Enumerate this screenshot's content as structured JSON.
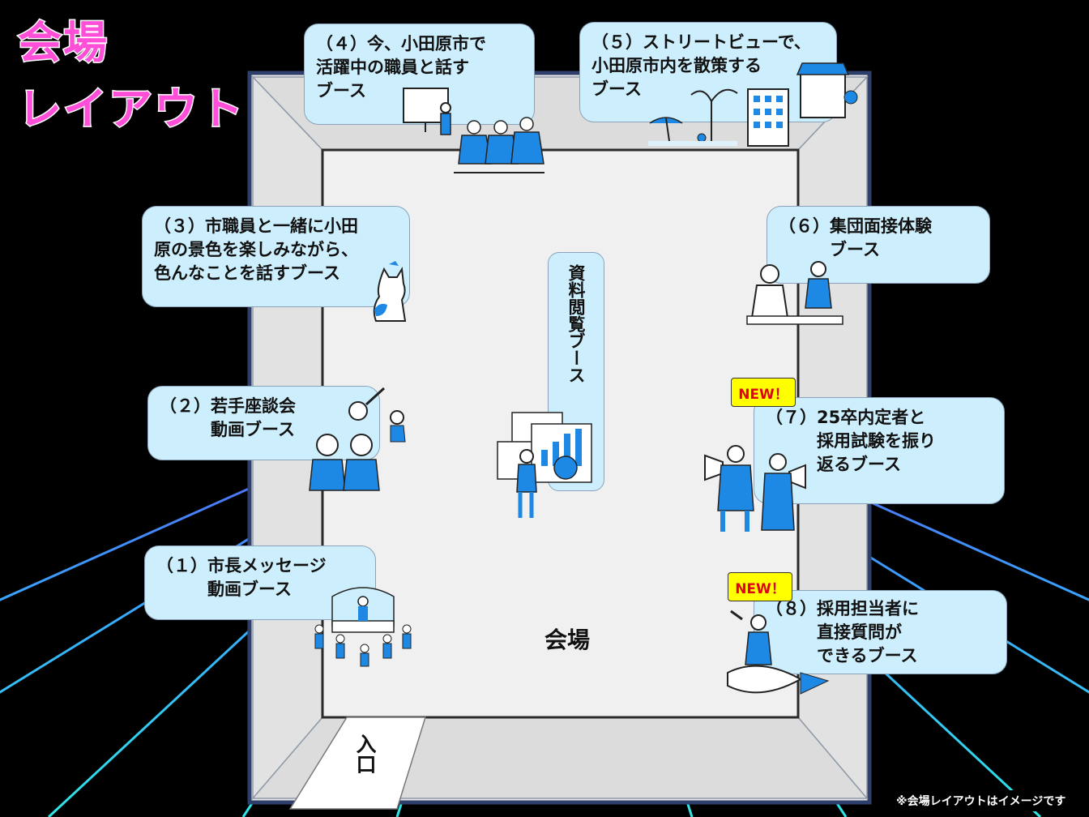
{
  "title": {
    "line1": "会場",
    "line2": "レイアウト"
  },
  "colors": {
    "title": "#ff4fd8",
    "grid": "#2ee6e6",
    "booth_fill": "#cdeefc",
    "floor": "#f0f0f0",
    "new_tag": "#ffff00",
    "new_text": "#e0001a"
  },
  "booths": [
    {
      "id": "b1",
      "lines": [
        "（１）市長メッセージ",
        "　　　動画ブース"
      ]
    },
    {
      "id": "b2",
      "lines": [
        "（２）若手座談会",
        "　　　動画ブース"
      ]
    },
    {
      "id": "b3",
      "lines": [
        "（３）市職員と一緒に小田",
        "原の景色を楽しみながら、",
        "色んなことを話すブース"
      ]
    },
    {
      "id": "b4",
      "lines": [
        "（４）今、小田原市で",
        "活躍中の職員と話す",
        "ブース"
      ]
    },
    {
      "id": "b5",
      "lines": [
        "（５）ストリートビューで、",
        "小田原市内を散策する",
        "ブース"
      ]
    },
    {
      "id": "b6",
      "lines": [
        "（６）集団面接体験",
        "　　　ブース"
      ]
    },
    {
      "id": "b7",
      "lines": [
        "（７）25卒内定者と",
        "　　　採用試験を振り",
        "　　　返るブース"
      ]
    },
    {
      "id": "b8",
      "lines": [
        "（８）採用担当者に",
        "　　　直接質問が",
        "　　　できるブース"
      ]
    }
  ],
  "center_booth": "資料閲覧ブース",
  "new_tag": "NEW！",
  "venue_label": "会場",
  "entrance_label": "入口",
  "note": "※会場レイアウトはイメージです",
  "icons": [
    "presentation-icon",
    "beach-city-icon",
    "cat-icon",
    "interview-icon",
    "highfive-icon",
    "documents-chart-icon",
    "megaphone-icon",
    "stage-icon",
    "rocket-icon"
  ]
}
